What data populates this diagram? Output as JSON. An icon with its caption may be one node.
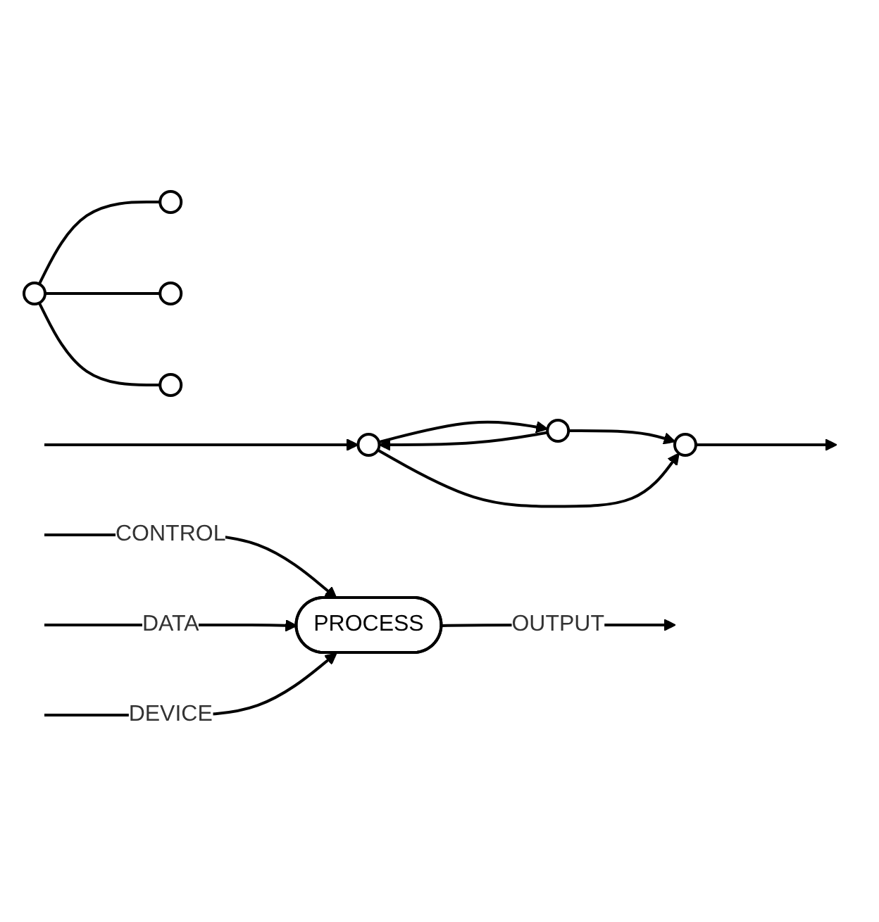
{
  "diagram": {
    "nodes": [
      {
        "text": [],
        "shape": "circle"
      },
      {
        "text": [],
        "shape": "circle"
      },
      {
        "text": [],
        "shape": "circle"
      },
      {
        "text": [],
        "shape": "circle"
      },
      {
        "text": [
          "PROCESS"
        ]
      },
      {
        "text": [],
        "shape": "circle"
      },
      {
        "text": [],
        "shape": "circle"
      },
      {
        "text": [],
        "shape": "circle"
      }
    ],
    "edges": [
      {
        "from": 0,
        "to": 1,
        "arrow": "none"
      },
      {
        "from": 0,
        "to": 2,
        "arrow": "none"
      },
      {
        "from": 0,
        "to": 3,
        "arrow": "none"
      },
      {
        "from": null,
        "to": 4,
        "arrow": "to",
        "label": "CONTROL"
      },
      {
        "from": null,
        "to": 4,
        "arrow": "to",
        "label": "DATA"
      },
      {
        "from": 4,
        "to": null,
        "arrow": "to",
        "label": "OUTPUT"
      },
      {
        "from": null,
        "to": 4,
        "arrow": "to",
        "label": "DEVICE"
      },
      {
        "from": null,
        "to": 5,
        "arrow": "to"
      },
      {
        "from": 5,
        "to": 6,
        "arrow": "to"
      },
      {
        "from": 6,
        "to": 5,
        "arrow": "to"
      },
      {
        "from": 6,
        "to": 7,
        "arrow": "to"
      },
      {
        "from": 5,
        "to": 7,
        "arrow": "to"
      },
      {
        "from": 7,
        "to": null,
        "arrow": "to"
      }
    ]
  }
}
